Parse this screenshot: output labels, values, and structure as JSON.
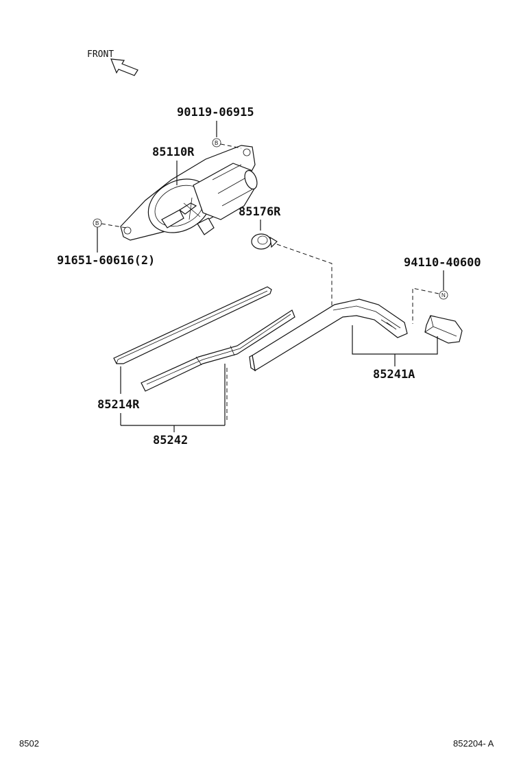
{
  "direction": {
    "label": "FRONT"
  },
  "parts": {
    "bolt_top": "90119-06915",
    "motor": "85110R",
    "cap": "85176R",
    "bolt_left": "91651-60616(2)",
    "nut": "94110-40600",
    "arm": "85241A",
    "blade_rubber": "85214R",
    "blade": "85242"
  },
  "markers": {
    "b_top": "B",
    "b_left": "B",
    "n": "N"
  },
  "footer": {
    "page_code": "8502",
    "figure_code": "852204- A"
  }
}
